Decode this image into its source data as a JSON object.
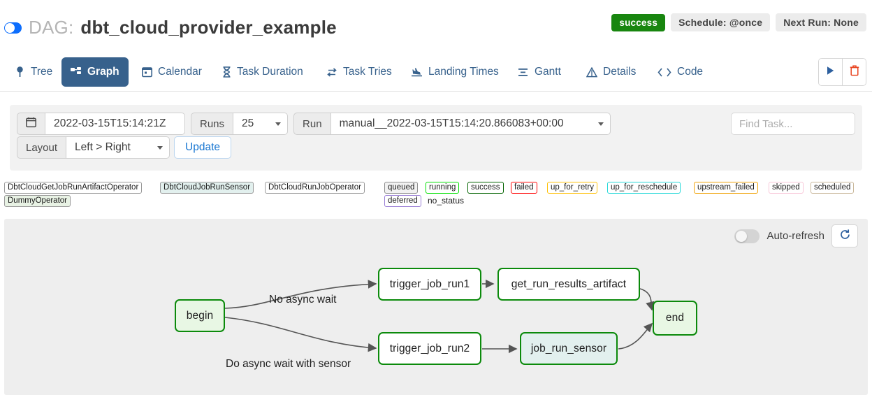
{
  "header": {
    "dag_prefix": "DAG:",
    "dag_name": "dbt_cloud_provider_example",
    "toggle_icon": "dag-pause-toggle",
    "status_badge": "success",
    "schedule": "Schedule: @once",
    "next_run": "Next Run: None"
  },
  "tabs": [
    {
      "label": "Tree",
      "icon": "tree-icon",
      "active": false
    },
    {
      "label": "Graph",
      "icon": "graph-icon",
      "active": true
    },
    {
      "label": "Calendar",
      "icon": "calendar-icon",
      "active": false
    },
    {
      "label": "Task Duration",
      "icon": "hourglass-icon",
      "active": false
    },
    {
      "label": "Task Tries",
      "icon": "retry-icon",
      "active": false
    },
    {
      "label": "Landing Times",
      "icon": "landing-plane-icon",
      "active": false
    },
    {
      "label": "Gantt",
      "icon": "gantt-icon",
      "active": false
    },
    {
      "label": "Details",
      "icon": "warning-triangle-icon",
      "active": false
    },
    {
      "label": "Code",
      "icon": "code-brackets-icon",
      "active": false
    }
  ],
  "tab_actions": {
    "trigger_icon": "play-icon",
    "delete_icon": "trash-icon"
  },
  "filters": {
    "calendar_icon": "calendar-icon",
    "base_date_value": "2022-03-15T15:14:21Z",
    "runs_label": "Runs",
    "runs_value": "25",
    "run_label": "Run",
    "run_value": "manual__2022-03-15T15:14:20.866083+00:00",
    "layout_label": "Layout",
    "layout_value": "Left > Right",
    "update_label": "Update",
    "find_task_placeholder": "Find Task..."
  },
  "legend": {
    "operators": [
      {
        "label": "DbtCloudGetJobRunArtifactOperator",
        "bg": "#ffffff",
        "border": "#aaaaaa"
      },
      {
        "label": "DbtCloudJobRunSensor",
        "bg": "#e2f0ee",
        "border": "#aaaaaa"
      },
      {
        "label": "DbtCloudRunJobOperator",
        "bg": "#ffffff",
        "border": "#aaaaaa"
      },
      {
        "label": "DummyOperator",
        "bg": "#e8f2e4",
        "border": "#aaaaaa"
      }
    ],
    "states": [
      {
        "label": "queued",
        "border": "#8e8e8e",
        "bg": "#f2f2f2"
      },
      {
        "label": "running",
        "border": "#00ff00",
        "bg": "#ffffff"
      },
      {
        "label": "success",
        "border": "#036400",
        "bg": "#ffffff"
      },
      {
        "label": "failed",
        "border": "#ff0000",
        "bg": "#ffffff"
      },
      {
        "label": "up_for_retry",
        "border": "#ffc107",
        "bg": "#ffffff"
      },
      {
        "label": "up_for_reschedule",
        "border": "#24d8d8",
        "bg": "#ffffff"
      },
      {
        "label": "upstream_failed",
        "border": "#f0a207",
        "bg": "#ffffff"
      },
      {
        "label": "skipped",
        "border": "#f8c6d8",
        "bg": "#ffffff"
      },
      {
        "label": "scheduled",
        "border": "#c9b79a",
        "bg": "#ffffff"
      },
      {
        "label": "deferred",
        "border": "#9a7fd6",
        "bg": "#ffffff"
      }
    ],
    "no_status_label": "no_status"
  },
  "graph_panel": {
    "auto_refresh_label": "Auto-refresh",
    "auto_refresh_on": false,
    "refresh_icon": "refresh-icon"
  },
  "graph": {
    "nodes": [
      {
        "id": "begin",
        "label": "begin",
        "fill": "green"
      },
      {
        "id": "trigger_job_run1",
        "label": "trigger_job_run1",
        "fill": "white"
      },
      {
        "id": "get_run_results_artifact",
        "label": "get_run_results_artifact",
        "fill": "white"
      },
      {
        "id": "trigger_job_run2",
        "label": "trigger_job_run2",
        "fill": "white"
      },
      {
        "id": "job_run_sensor",
        "label": "job_run_sensor",
        "fill": "teal"
      },
      {
        "id": "end",
        "label": "end",
        "fill": "green"
      }
    ],
    "edge_labels": [
      {
        "text": "No async wait"
      },
      {
        "text": "Do async wait with sensor"
      }
    ]
  }
}
